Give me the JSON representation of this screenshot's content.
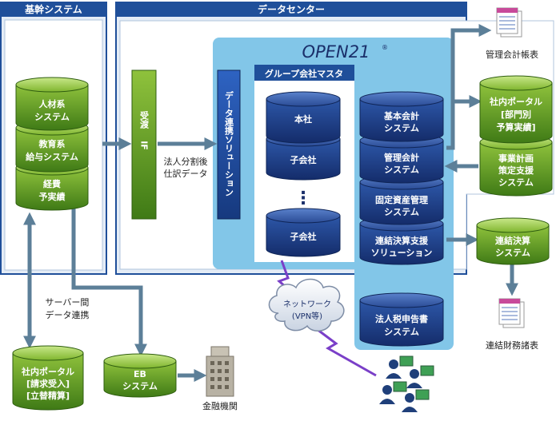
{
  "kikan": {
    "title": "基幹システム"
  },
  "datacenter": {
    "title": "データセンター"
  },
  "open21": {
    "logo": "OPEN21",
    "reg": "®"
  },
  "group_master": {
    "title": "グループ会社マスタ",
    "honsha": "本社",
    "kogaisha1": "子会社",
    "ellipsis": "⋮",
    "kogaisha2": "子会社"
  },
  "jinzai": {
    "line1": "人材系",
    "line2": "システム"
  },
  "kyoiku": {
    "line1": "教育系",
    "line2": "給与システム"
  },
  "keihi": {
    "line1": "経費",
    "line2": "予実績"
  },
  "uketoshi": {
    "line1": "受渡",
    "line2": "IF"
  },
  "houjin_label": {
    "line1": "法人分割後",
    "line2": "仕訳データ"
  },
  "renkei": {
    "text": "データ連携ソリューション"
  },
  "kihon": {
    "line1": "基本会計",
    "line2": "システム"
  },
  "kanri": {
    "line1": "管理会計",
    "line2": "システム"
  },
  "kotei": {
    "line1": "固定資産管理",
    "line2": "システム"
  },
  "renketsu_sol": {
    "line1": "連結決算支援",
    "line2": "ソリューション"
  },
  "hojinzei": {
    "line1": "法人税申告書",
    "line2": "システム"
  },
  "portal_right": {
    "line1": "社内ポータル",
    "line2": "[部門別",
    "line3": "予算実績]"
  },
  "jigyo": {
    "line1": "事業計画",
    "line2": "策定支援",
    "line3": "システム"
  },
  "renketsu_sys": {
    "line1": "連結決算",
    "line2": "システム"
  },
  "kanri_chohyo": {
    "label": "管理会計帳表"
  },
  "renketsu_zaimu": {
    "label": "連結財務諸表"
  },
  "server_label": {
    "line1": "サーバー間",
    "line2": "データ連携"
  },
  "portal_left": {
    "line1": "社内ポータル",
    "line2": "[請求受入]",
    "line3": "[立替精算]"
  },
  "eb": {
    "line1": "EB",
    "line2": "システム"
  },
  "kinyu": {
    "label": "金融機関"
  },
  "network": {
    "line1": "ネットワーク",
    "line2": "(VPN等)"
  }
}
